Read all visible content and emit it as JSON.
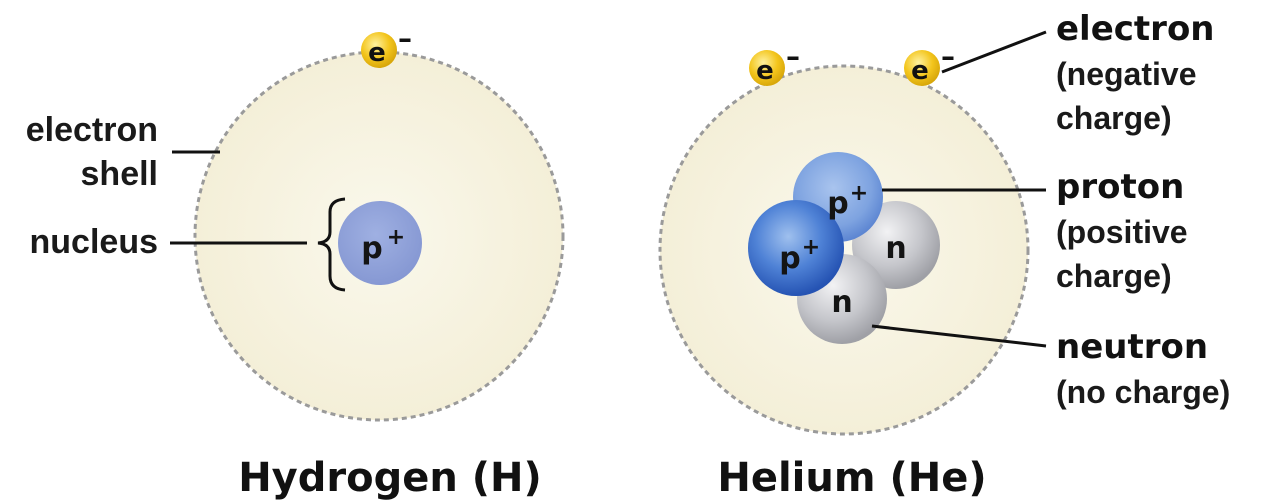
{
  "atoms": {
    "hydrogen": {
      "title": "Hydrogen (H)",
      "labels": {
        "electron_shell_line1": "electron",
        "electron_shell_line2": "shell",
        "nucleus": "nucleus"
      },
      "electron": {
        "symbol": "e",
        "charge": "–"
      },
      "proton": {
        "symbol": "p",
        "charge": "+"
      }
    },
    "helium": {
      "title": "Helium (He)",
      "electrons": [
        {
          "symbol": "e",
          "charge": "–"
        },
        {
          "symbol": "e",
          "charge": "–"
        }
      ],
      "protons": [
        {
          "symbol": "p",
          "charge": "+"
        },
        {
          "symbol": "p",
          "charge": "+"
        }
      ],
      "neutrons": [
        {
          "symbol": "n"
        },
        {
          "symbol": "n"
        }
      ]
    }
  },
  "legend": {
    "electron": {
      "name": "electron",
      "desc_line1": "(negative",
      "desc_line2": "charge)"
    },
    "proton": {
      "name": "proton",
      "desc_line1": "(positive",
      "desc_line2": "charge)"
    },
    "neutron": {
      "name": "neutron",
      "desc_line1": "(no charge)"
    }
  },
  "colors": {
    "shell_fill": "#f8f5e6",
    "shell_stroke": "#9a9a9a",
    "proton_light": "#93a6db",
    "proton_dark": "#2f5fbe",
    "neutron": "#b9babf",
    "electron": "#f1c51a",
    "line": "#111111"
  }
}
